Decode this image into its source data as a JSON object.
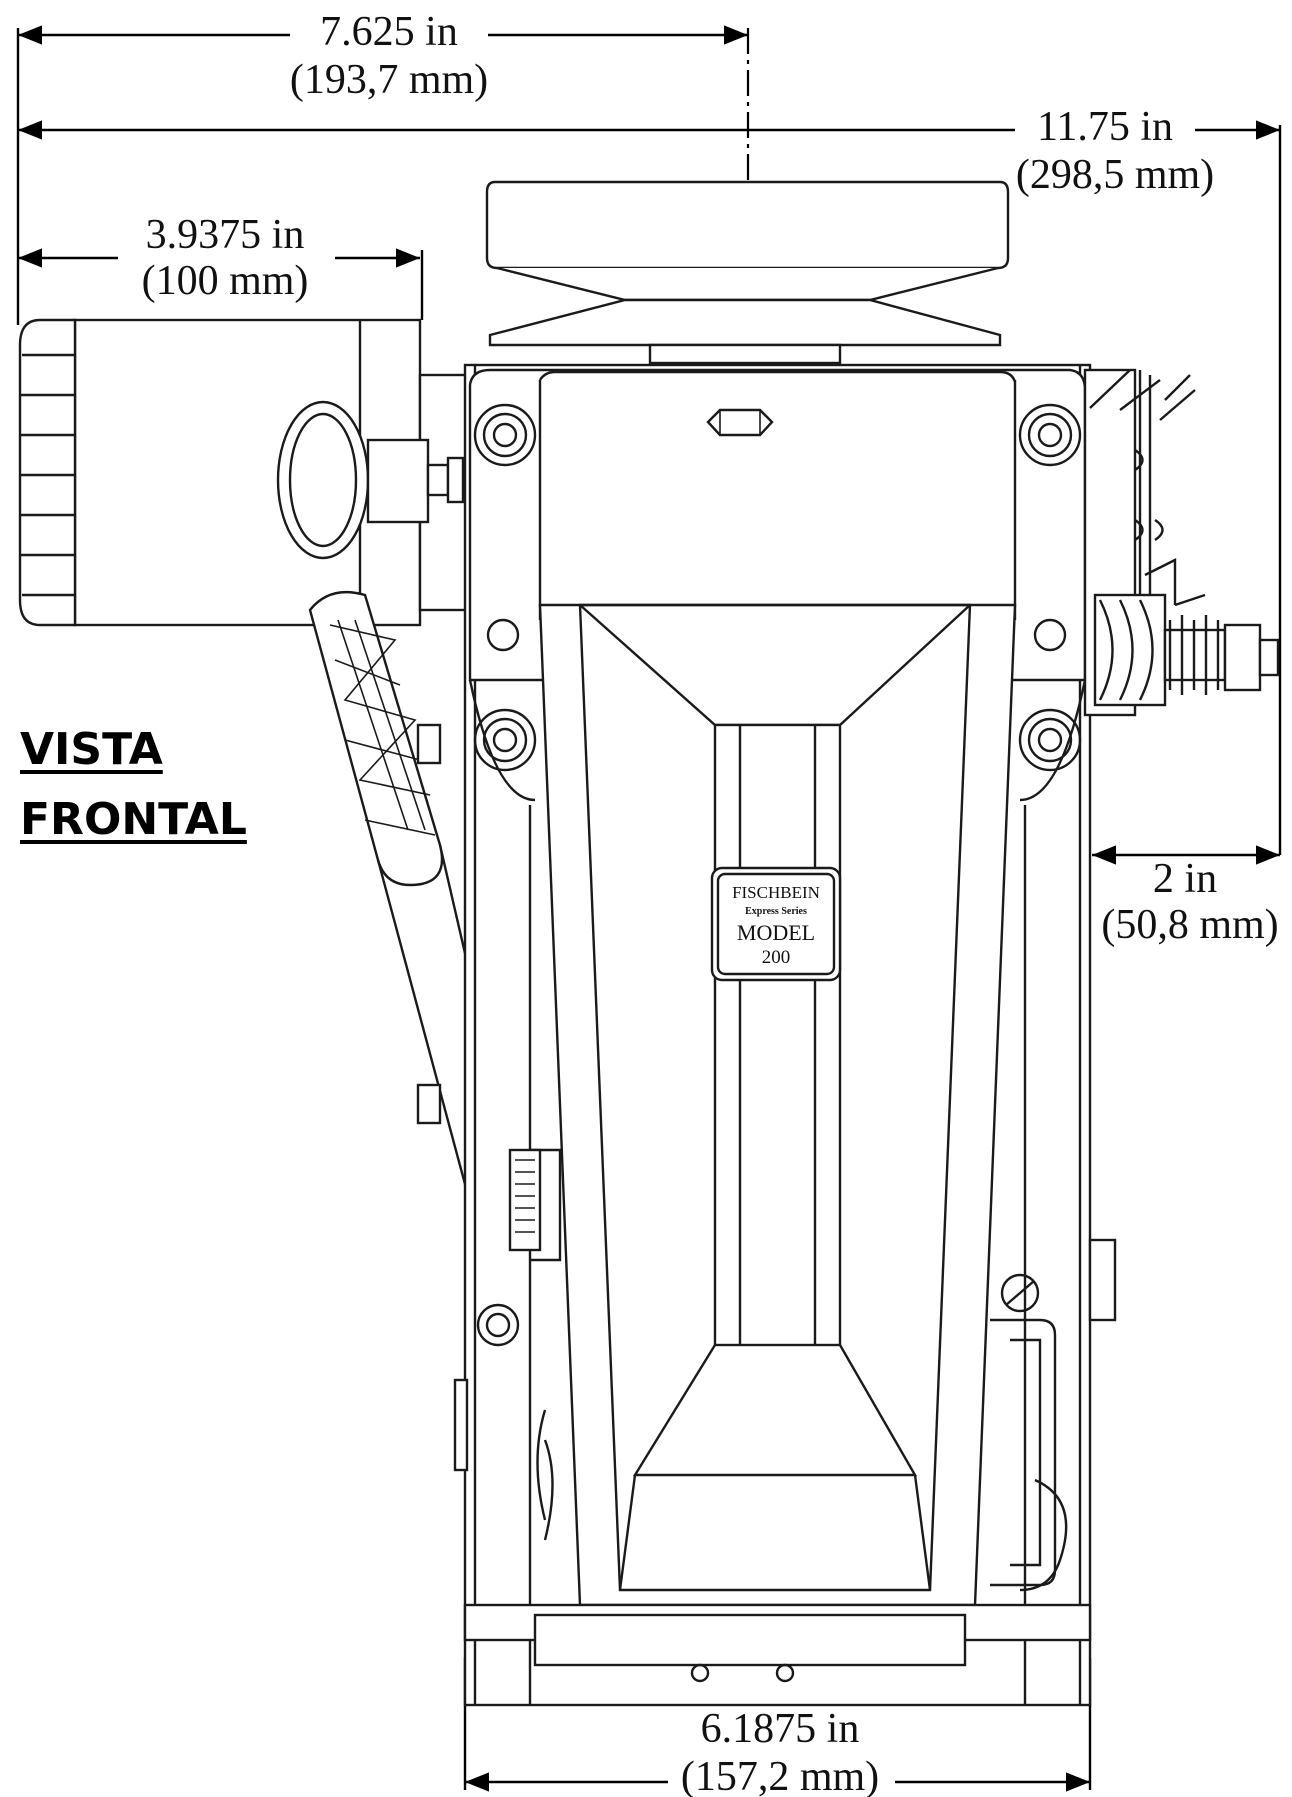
{
  "view_label": {
    "line1": "VISTA",
    "line2": "FRONTAL"
  },
  "dimensions": {
    "top_center": {
      "imperial": "7.625 in",
      "metric": "(193,7 mm)"
    },
    "overall_width": {
      "imperial": "11.75 in",
      "metric": "(298,5 mm)"
    },
    "motor_length": {
      "imperial": "3.9375 in",
      "metric": "(100 mm)"
    },
    "side_offset": {
      "imperial": "2 in",
      "metric": "(50,8 mm)"
    },
    "base_width": {
      "imperial": "6.1875 in",
      "metric": "(157,2 mm)"
    }
  },
  "centerline_symbol": "CL",
  "nameplate": {
    "brand": "FISCHBEIN",
    "series": "Express Series",
    "model": "MODEL",
    "number": "200"
  }
}
